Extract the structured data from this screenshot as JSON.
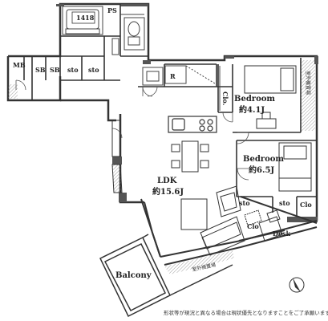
{
  "rooms": {
    "mb": "MB",
    "ps": "PS",
    "bath": "1418",
    "sb1": "SB",
    "sb2": "SB",
    "sto1": "sto",
    "sto2": "sto",
    "sto_w1": "sto",
    "sto_w2": "sto",
    "r": "R",
    "clo_top": "Clo.",
    "bedroom1_name": "Bedroom",
    "bedroom1_size": "約4.1J",
    "bedroom2_name": "Bedroom",
    "bedroom2_size": "約6.5J",
    "clo_right": "Clo",
    "clo_bottom": "Clo",
    "desk": "Desk",
    "ldk_name": "LDK",
    "ldk_size": "約15.6J",
    "balcony": "Balcony",
    "outdoor_unit_right": "室外機置場",
    "outdoor_unit_bottom": "室外機置場"
  },
  "note": "形状等が現況と異なる場合は現状優先となりますことをご了承願います。"
}
